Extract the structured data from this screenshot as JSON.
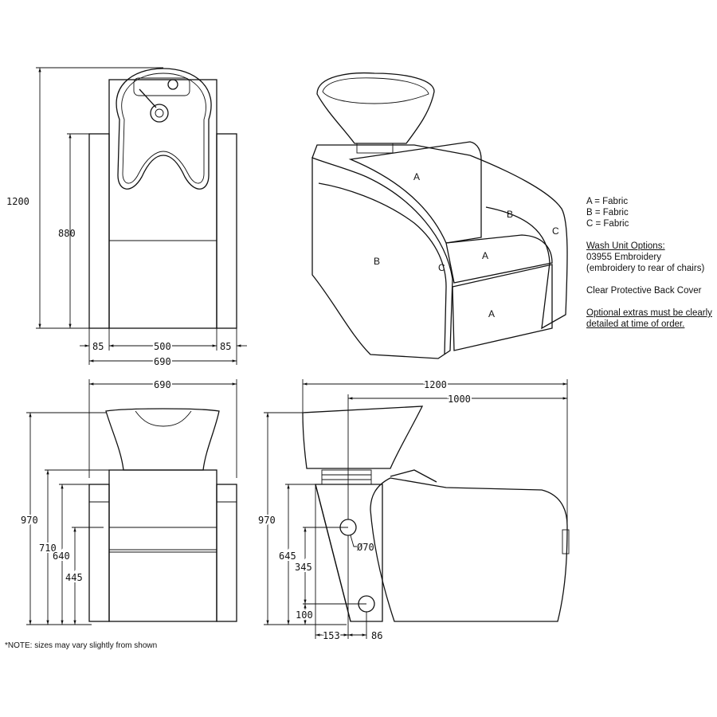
{
  "top_view": {
    "height_total": "1200",
    "height_body": "880",
    "arm_left": "85",
    "seat_width": "500",
    "arm_right": "85",
    "width_total": "690"
  },
  "perspective": {
    "labels": {
      "back_cushion": "A",
      "seat": "A",
      "front": "A",
      "arm_inner": "B",
      "side": "B",
      "arm_front": "C",
      "arm_outer": "C"
    }
  },
  "legend": {
    "lines": [
      "A = Fabric",
      "B = Fabric",
      "C = Fabric"
    ],
    "options_heading": "Wash Unit Options:",
    "option_1": "03955 Embroidery",
    "option_1_note": "(embroidery to rear of chairs)",
    "option_2": "Clear Protective Back Cover",
    "extras_note_1": "Optional extras must be clearly",
    "extras_note_2": "detailed at time of order."
  },
  "front_view": {
    "width": "690",
    "h970": "970",
    "h710": "710",
    "h640": "640",
    "h445": "445"
  },
  "side_view": {
    "length": "1200",
    "basin_length": "1000",
    "h970": "970",
    "h645": "645",
    "h345": "345",
    "h100": "100",
    "offset_153": "153",
    "offset_86": "86",
    "hole_diameter": "Ø70"
  },
  "note": "*NOTE: sizes may vary slightly from shown"
}
